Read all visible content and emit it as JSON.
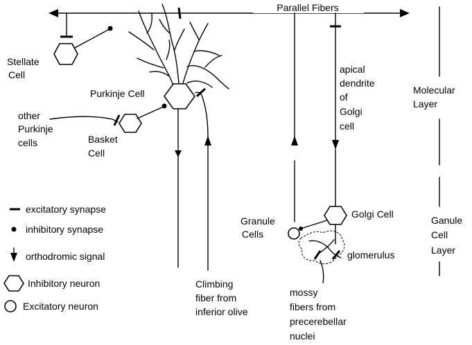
{
  "labels": {
    "parallel_fibers": "Parallel Fibers",
    "stellate_1": "Stellate",
    "stellate_2": "Cell",
    "purkinje": "Purkinje Cell",
    "other_purkinje_1": "other",
    "other_purkinje_2": "Purkinje",
    "other_purkinje_3": "cells",
    "basket_1": "Basket",
    "basket_2": "Cell",
    "apical_1": "apical",
    "apical_2": "dendrite",
    "apical_3": "of",
    "apical_4": "Golgi",
    "apical_5": "cell",
    "molecular_1": "Molecular",
    "molecular_2": "Layer",
    "granule_layer_1": "Ganule",
    "granule_layer_2": "Cell",
    "granule_layer_3": "Layer",
    "granule_cells_1": "Granule",
    "granule_cells_2": "Cells",
    "golgi": "Golgi Cell",
    "glomerulus": "glomerulus",
    "climbing_1": "Climbing",
    "climbing_2": "fiber from",
    "climbing_3": "inferior olive",
    "mossy_1": "mossy",
    "mossy_2": "fibers from",
    "mossy_3": "precerebellar",
    "mossy_4": "nuclei"
  },
  "legend": [
    {
      "symbol": "excitatory-synapse",
      "label": "excitatory synapse"
    },
    {
      "symbol": "inhibitory-synapse",
      "label": "inhibitory synapse"
    },
    {
      "symbol": "orthodromic-signal",
      "label": "orthodromic signal"
    },
    {
      "symbol": "inhibitory-neuron",
      "label": "Inhibitory neuron"
    },
    {
      "symbol": "excitatory-neuron",
      "label": "Excitatory neuron"
    }
  ]
}
